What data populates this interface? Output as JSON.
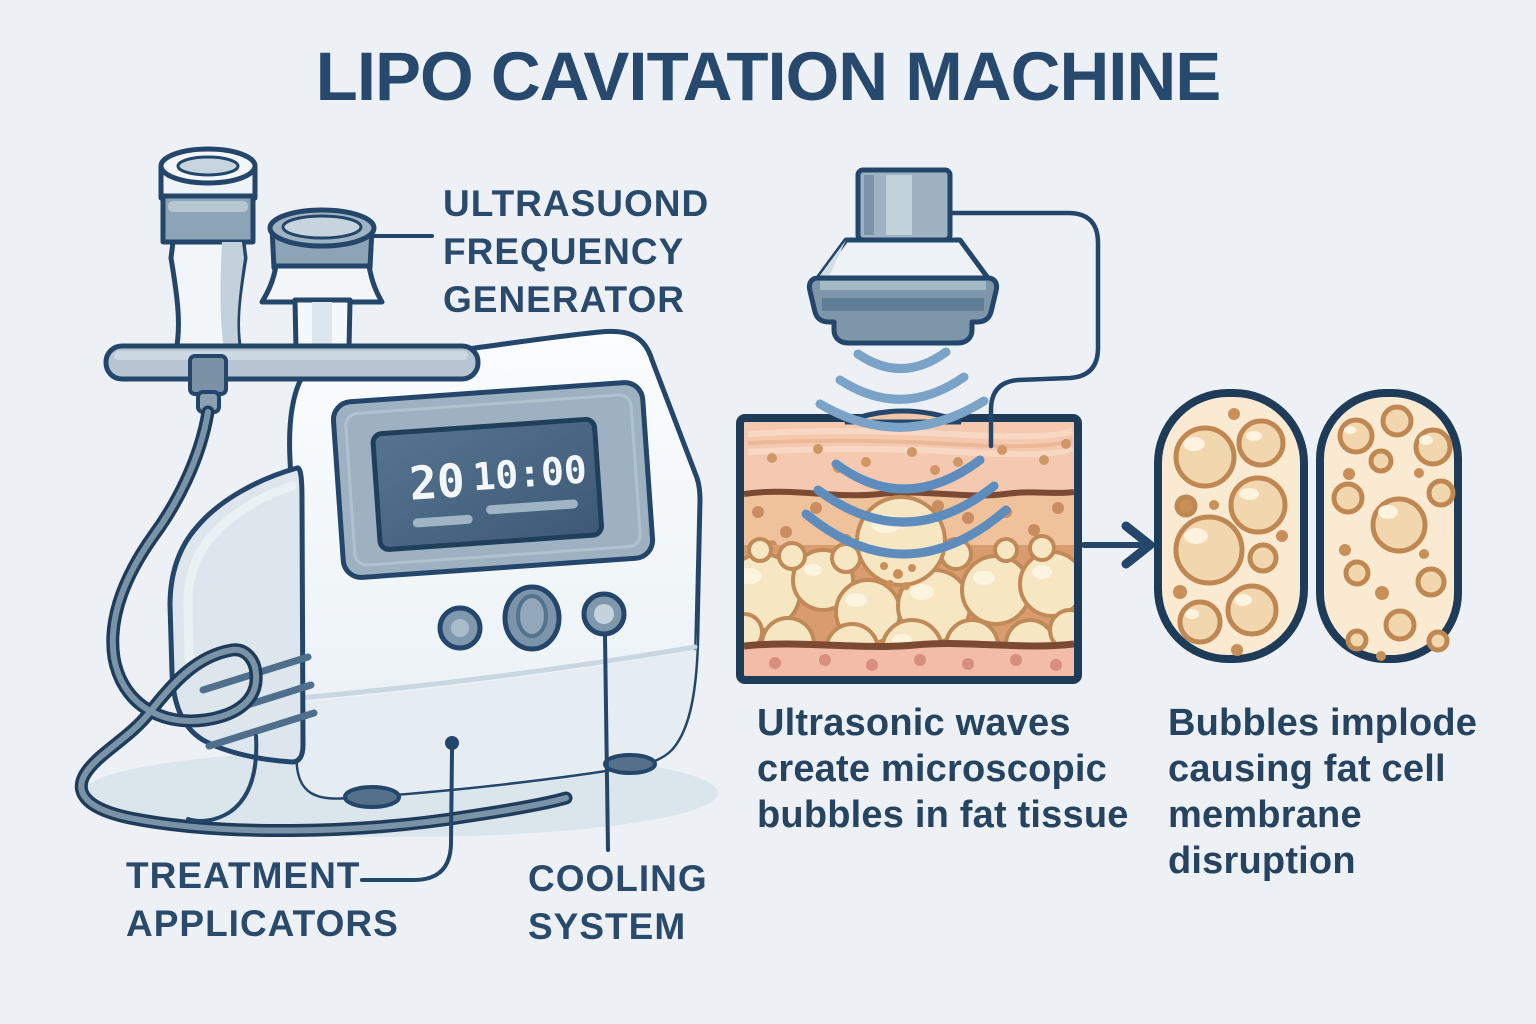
{
  "title": "LIPO CAVITATION MACHINE",
  "machine": {
    "display": {
      "level": "20",
      "timer": "10:00"
    },
    "labels": {
      "generator": "ULTRASUOND\nFREQUENCY\nGENERATOR",
      "applicators": "TREATMENT\nAPPLICATORS",
      "cooling": "COOLING\nSYSTEM"
    }
  },
  "captions": {
    "waves": "Ultrasonic waves\ncreate microscopic\nbubbles in fat tissue",
    "bubbles": "Bubbles implode\ncausing fat cell\nmembrane\ndisruption"
  },
  "icons": {
    "arrow": "arrow-right-icon",
    "waves": "ultrasound-waves-icon"
  },
  "colors": {
    "background": "#edf1f5",
    "navy_outline": "#24466b",
    "text_navy": "#27496d",
    "wave_blue": "#5d8cbd",
    "machine_body": "#f8fafc",
    "screen": "#47637d",
    "skin_epidermis": "#f5c9af",
    "skin_dermis": "#f0c29b",
    "fat_gap": "#d89c6e",
    "fat_cell": "#f7e6c2",
    "muscle": "#f2bca7",
    "pill_fill": "#f9ead1",
    "bubble_ring": "#bf8852"
  }
}
